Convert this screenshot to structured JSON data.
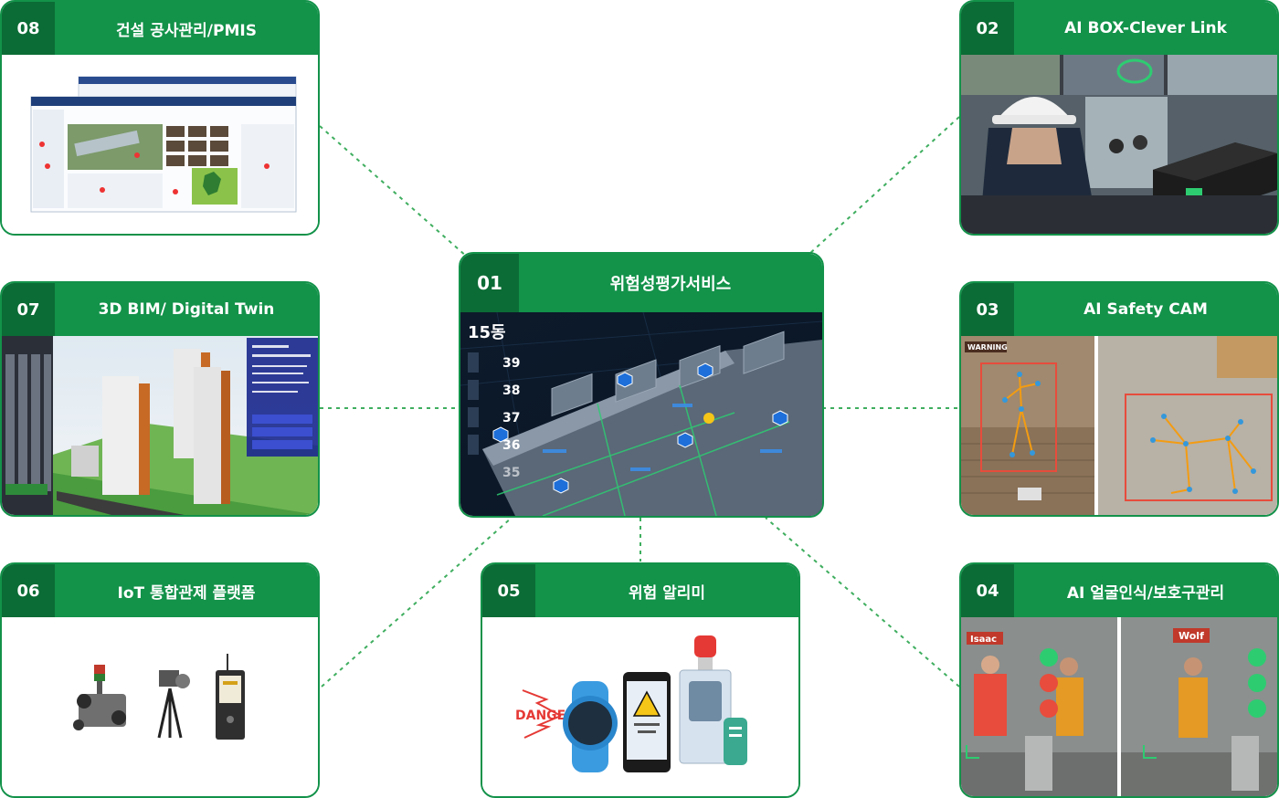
{
  "center": {
    "number": "01",
    "title": "위험성평가서비스",
    "floor_label": "15동",
    "floors": [
      "39",
      "38",
      "37",
      "36",
      "35"
    ]
  },
  "cards": {
    "c02": {
      "number": "02",
      "title": "AI  BOX-Clever Link"
    },
    "c03": {
      "number": "03",
      "title": "AI Safety CAM",
      "warning": "WARNING"
    },
    "c04": {
      "number": "04",
      "title": "AI 얼굴인식/보호구관리",
      "sign_left": "Isaac",
      "sign_right": "Wolf"
    },
    "c05": {
      "number": "05",
      "title": "위험 알리미",
      "danger": "DANGER"
    },
    "c06": {
      "number": "06",
      "title": "IoT 통합관제 플랫폼"
    },
    "c07": {
      "number": "07",
      "title": "3D BIM/ Digital Twin"
    },
    "c08": {
      "number": "08",
      "title": "건설 공사관리/PMIS"
    }
  },
  "colors": {
    "accent": "#13924a",
    "accent_dark": "#0b6c35",
    "connector": "#3fae5f"
  }
}
